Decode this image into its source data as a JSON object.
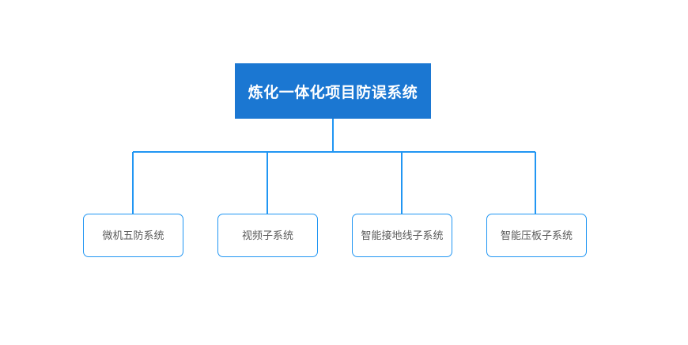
{
  "diagram": {
    "type": "organization-tree",
    "background_color": "#ffffff",
    "root": {
      "label": "炼化一体化项目防误系统",
      "fill_color": "#1b77d2",
      "text_color": "#ffffff"
    },
    "connector": {
      "color": "#2196f3",
      "stroke_width": 2
    },
    "children": [
      {
        "label": "微机五防系统",
        "border_color": "#2196f3",
        "fill_color": "#ffffff",
        "text_color": "#5a5a5a"
      },
      {
        "label": "视频子系统",
        "border_color": "#2196f3",
        "fill_color": "#ffffff",
        "text_color": "#5a5a5a"
      },
      {
        "label": "智能接地线子系统",
        "border_color": "#2196f3",
        "fill_color": "#ffffff",
        "text_color": "#5a5a5a"
      },
      {
        "label": "智能压板子系统",
        "border_color": "#2196f3",
        "fill_color": "#ffffff",
        "text_color": "#5a5a5a"
      }
    ]
  }
}
